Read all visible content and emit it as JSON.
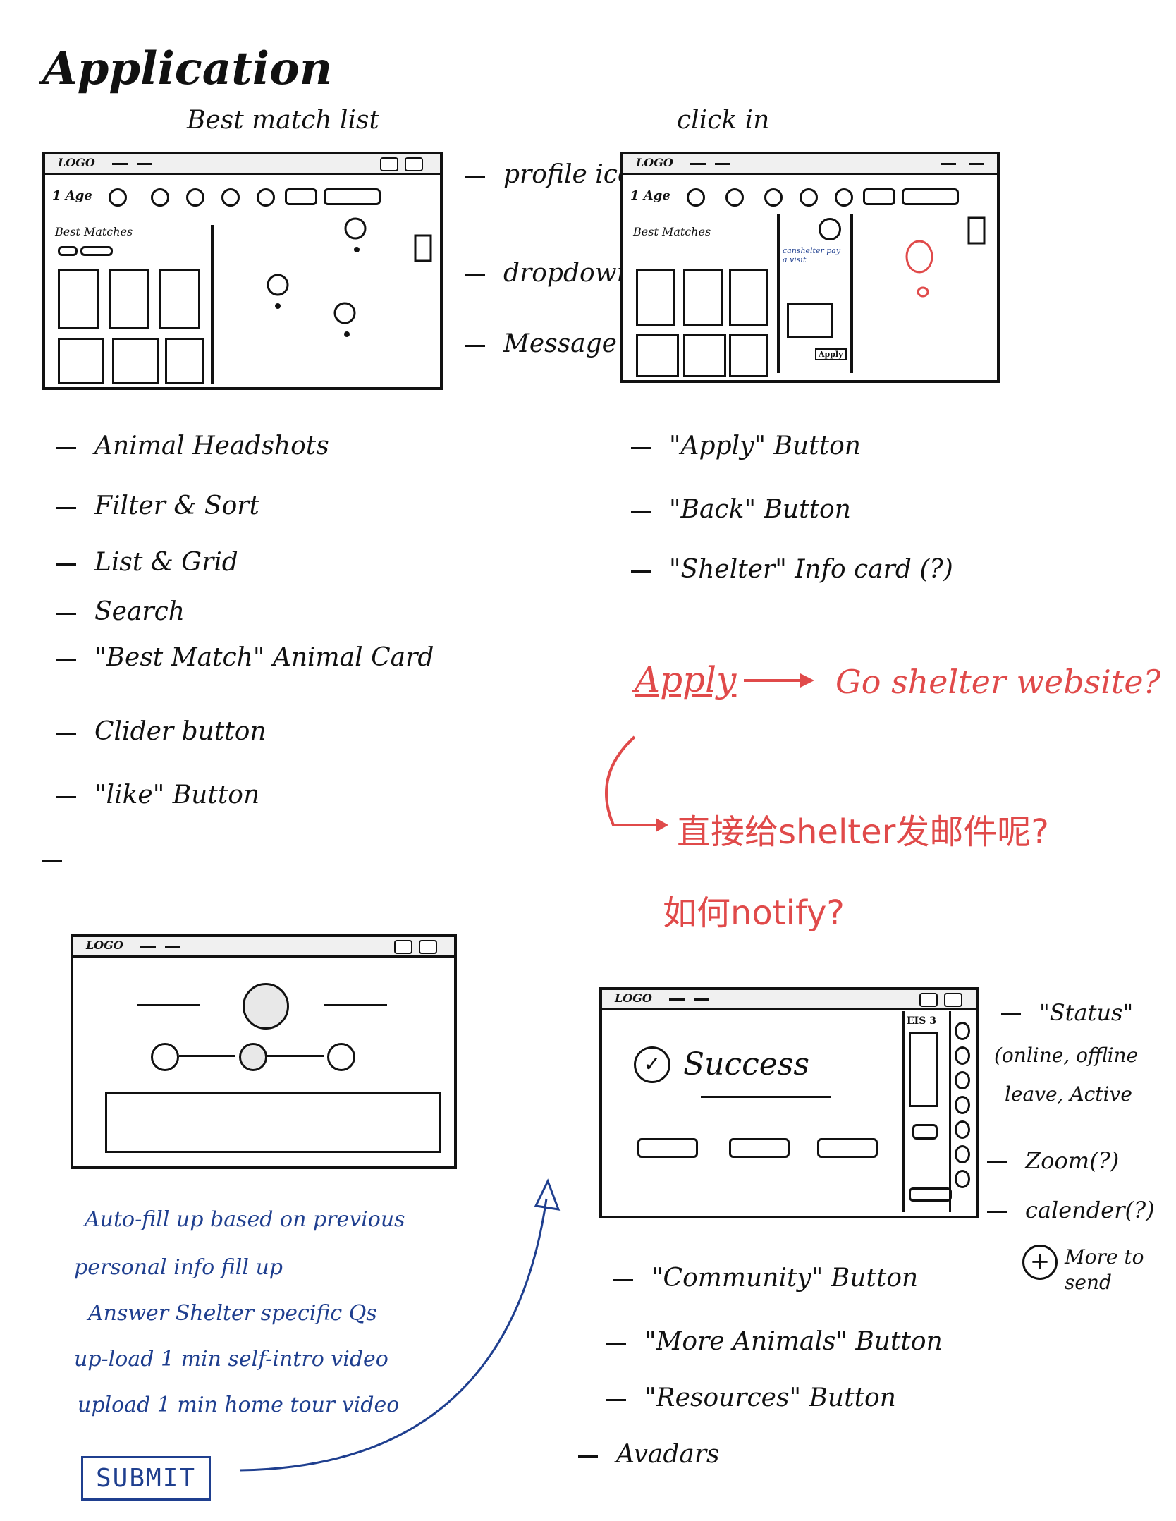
{
  "page": {
    "title": "Application",
    "colors": {
      "ink": "#111111",
      "red": "#e04a4a",
      "blue": "#1f3f8f"
    }
  },
  "sketch1": {
    "caption": "Best match list",
    "logo": "LOGO",
    "filter_chip": "1 Age",
    "section_label": "Best Matches",
    "icons": [
      "chat-bubble-icon",
      "heart-icon",
      "message-icon",
      "trash-icon"
    ]
  },
  "sketch1_callouts": [
    "profile icon",
    "dropdown arrow(?)",
    "Message icon"
  ],
  "sketch1_notes": [
    "Animal Headshots",
    "Filter & Sort",
    "List & Grid",
    "Search",
    "\"Best Match\" Animal Card",
    "Clider button",
    "\"like\" Button"
  ],
  "sketch2": {
    "caption": "click in",
    "logo": "LOGO",
    "filter_chip": "1 Age",
    "section_label": "Best Matches",
    "detail_text": "canshelter pay a visit",
    "apply_label": "Apply",
    "icons": [
      "chat-bubble-icon",
      "message-icon",
      "trash-icon"
    ]
  },
  "sketch2_notes": [
    "\"Apply\" Button",
    "\"Back\" Button",
    "\"Shelter\" Info card (?)"
  ],
  "red_notes": {
    "line1_left": "Apply",
    "line1_right": "Go shelter website?",
    "line2": "直接给shelter发邮件呢?",
    "line3": "如何notify?"
  },
  "sketch3": {
    "logo": "LOGO",
    "steps": [
      "step-1",
      "step-2",
      "step-3"
    ]
  },
  "blue_notes": [
    "Auto-fill up based on previous",
    "personal info fill up",
    "Answer Shelter specific Qs",
    "up-load 1 min self-intro video",
    "upload 1 min home tour video"
  ],
  "submit_label": "SUBMIT",
  "sketch4": {
    "logo": "LOGO",
    "success_text": "Success",
    "sidebar_label": "EIS 3"
  },
  "sketch4_callouts": [
    "\"Status\"",
    "(online, offline",
    "leave, Active",
    "Zoom(?)",
    "calender(?)",
    "More to send"
  ],
  "sketch4_notes": [
    "\"Community\" Button",
    "\"More Animals\" Button",
    "\"Resources\" Button",
    "Avadars"
  ]
}
